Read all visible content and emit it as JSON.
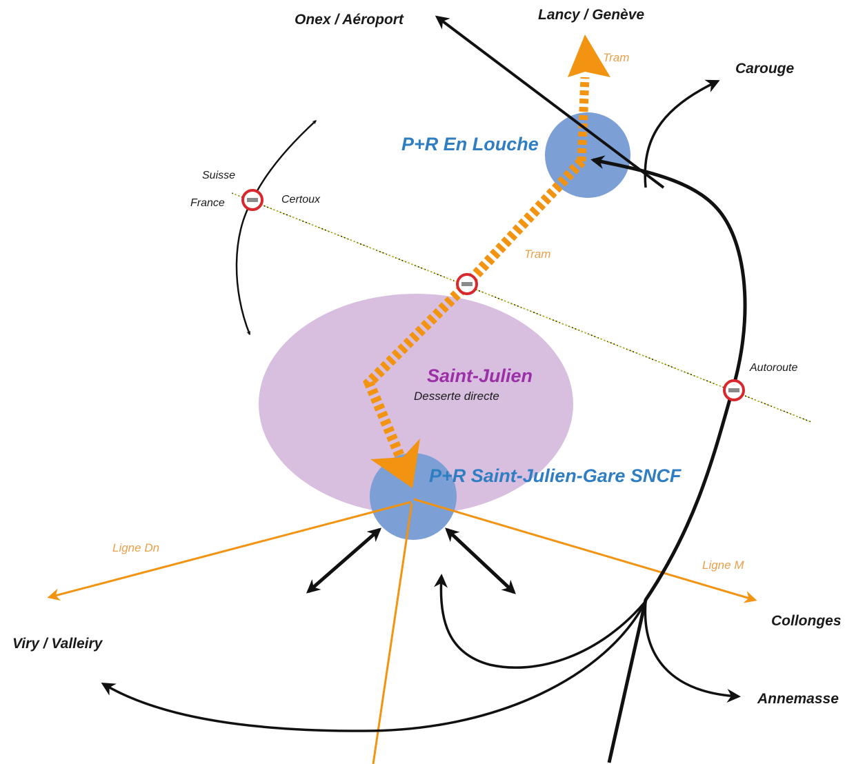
{
  "colors": {
    "tram": "#f29411",
    "bus": "#f29411",
    "road": "#111111",
    "pr_circle": "#7c9fd6",
    "town_area": "#d8bfe0",
    "border_line": "#d6d600",
    "customs": "#d8282d",
    "label_pr": "#2f7ec2",
    "label_town": "#9b2fa6"
  },
  "destinations": {
    "onex": "Onex / Aéroport",
    "lancy": "Lancy / Genève",
    "carouge": "Carouge",
    "viry": "Viry / Valleiry",
    "collonges": "Collonges",
    "annemasse": "Annemasse"
  },
  "border": {
    "suisse": "Suisse",
    "france": "France",
    "certoux": "Certoux",
    "autoroute": "Autoroute"
  },
  "lines": {
    "tram_top": "Tram",
    "tram_mid": "Tram",
    "ligne_dn": "Ligne Dn",
    "ligne_m": "Ligne M"
  },
  "places": {
    "pr_louche": "P+R En Louche",
    "saint_julien": "Saint-Julien",
    "desserte": "Desserte directe",
    "pr_gare": "P+R Saint-Julien-Gare SNCF"
  },
  "icons": {
    "customs": "customs-crossing-icon",
    "arrow": "arrowhead-icon"
  }
}
